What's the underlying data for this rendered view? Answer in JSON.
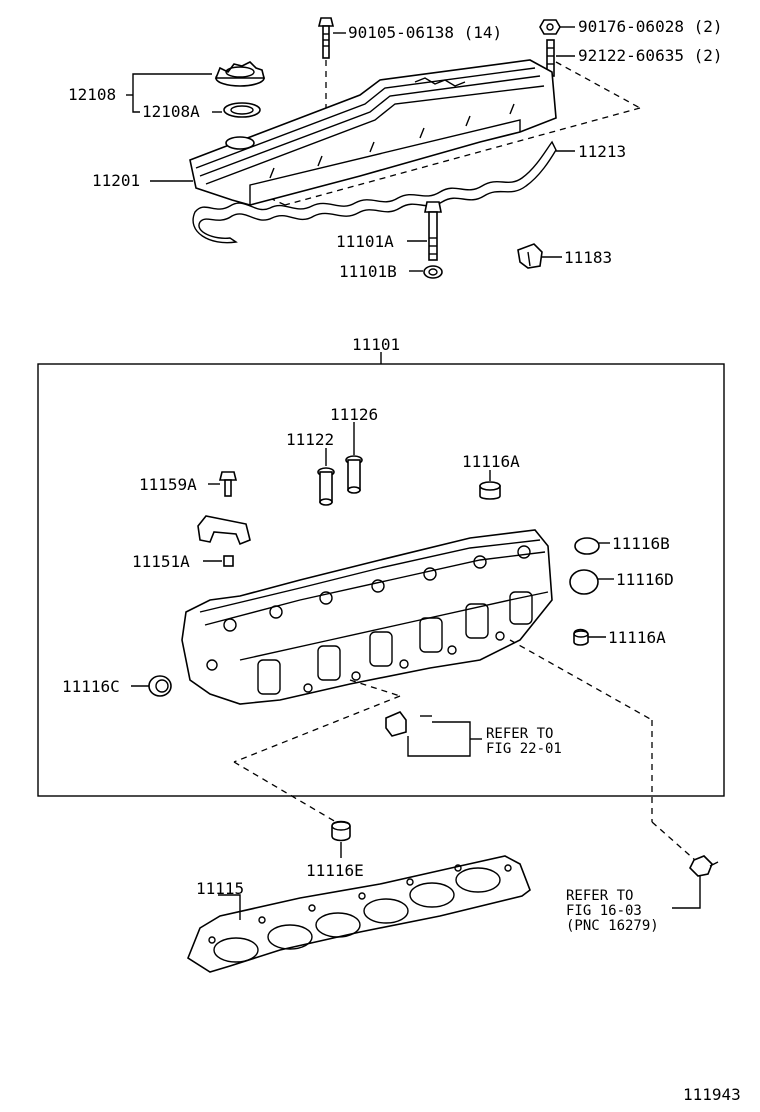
{
  "labels": {
    "p90105": "90105-06138 (14)",
    "p90176": "90176-06028 (2)",
    "p92122": "92122-60635 (2)",
    "p12108": "12108",
    "p12108a": "12108A",
    "p11213": "11213",
    "p11201": "11201",
    "p11101a": "11101A",
    "p11101b": "11101B",
    "p11183": "11183",
    "p11101": "11101",
    "p11126": "11126",
    "p11122": "11122",
    "p11116a_top": "11116A",
    "p11159a": "11159A",
    "p11151a": "11151A",
    "p11116b": "11116B",
    "p11116d": "11116D",
    "p11116a_side": "11116A",
    "p11116c": "11116C",
    "p11116e": "11116E",
    "p11115": "11115"
  },
  "refs": {
    "fig22_line1": "REFER TO",
    "fig22_line2": "FIG 22-01",
    "fig16_line1": "REFER TO",
    "fig16_line2": "FIG 16-03",
    "fig16_line3": "(PNC 16279)"
  },
  "figure_id": "111943"
}
